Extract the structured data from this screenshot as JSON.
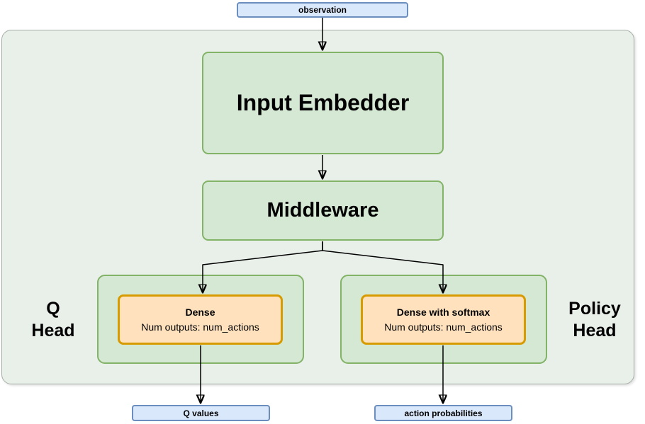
{
  "diagram": {
    "nodes": {
      "observation": {
        "label": "observation"
      },
      "input_embedder": {
        "label": "Input Embedder"
      },
      "middleware": {
        "label": "Middleware"
      },
      "q_head_label": {
        "line1": "Q",
        "line2": "Head"
      },
      "policy_head_label": {
        "line1": "Policy",
        "line2": "Head"
      },
      "q_dense": {
        "title": "Dense",
        "subtitle": "Num outputs: num_actions"
      },
      "policy_dense": {
        "title": "Dense with softmax",
        "subtitle": "Num outputs: num_actions"
      },
      "q_values": {
        "label": "Q values"
      },
      "action_probabilities": {
        "label": "action probabilities"
      }
    },
    "colors": {
      "green_fill": "#d5e8d4",
      "green_border": "#82b366",
      "orange_fill": "#ffe2bd",
      "orange_border": "#d79b00",
      "blue_fill": "#dae8fc",
      "blue_border": "#6c8ebf",
      "container_fill": "#e9f0ea",
      "container_border": "#a6ada7",
      "arrow": "#000000"
    }
  }
}
